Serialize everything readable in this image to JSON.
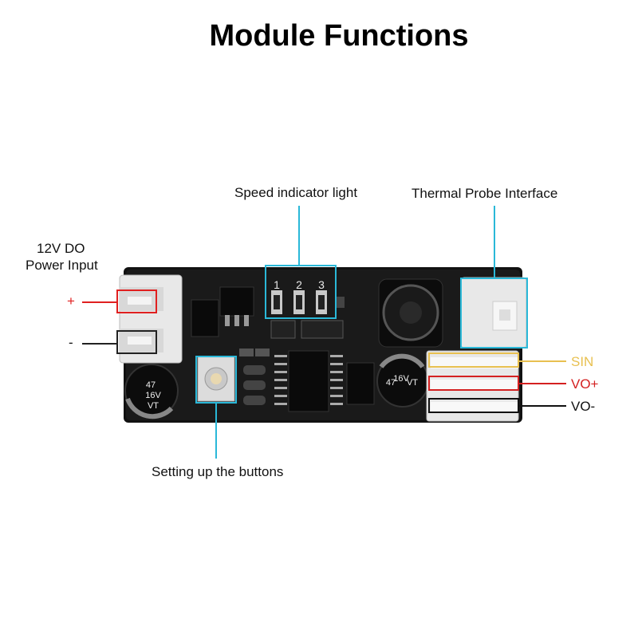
{
  "title": "Module Functions",
  "labels": {
    "speed_indicator": "Speed indicator light",
    "thermal_probe": "Thermal Probe Interface",
    "power_input_line1": "12V DO",
    "power_input_line2": "Power Input",
    "plus": "+",
    "minus": "-",
    "setting_buttons": "Setting up the buttons",
    "sin": "SIN",
    "vo_plus": "VO+",
    "vo_minus": "VO-"
  },
  "led_numbers": [
    "1",
    "2",
    "3"
  ],
  "capacitor_left": {
    "line1": "47",
    "line2": "16V",
    "line3": "VT"
  },
  "capacitor_right": {
    "line1": "47",
    "line2": "16V",
    "line3": "VT"
  },
  "colors": {
    "callout_cyan": "#2ab8d8",
    "plus_red": "#e02020",
    "sin_gold": "#e8c050",
    "vo_plus_red": "#d42020",
    "pcb": "#111111"
  }
}
